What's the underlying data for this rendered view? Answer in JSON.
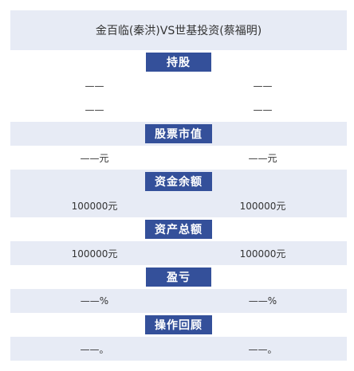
{
  "title": "金百临(秦洪)VS世基投资(蔡福明)",
  "holdings": {
    "label": "持股",
    "row1": {
      "left": "——",
      "right": "——"
    },
    "row2": {
      "left": "——",
      "right": "——"
    }
  },
  "market_value": {
    "label": "股票市值",
    "row": {
      "left": "——元",
      "right": "——元"
    }
  },
  "cash_balance": {
    "label": "资金余额",
    "row": {
      "left": "100000元",
      "right": "100000元"
    }
  },
  "total_assets": {
    "label": "资产总额",
    "row": {
      "left": "100000元",
      "right": "100000元"
    }
  },
  "profit_loss": {
    "label": "盈亏",
    "row": {
      "left": "——%",
      "right": "——%"
    }
  },
  "operation_review": {
    "label": "操作回顾",
    "row": {
      "left": "——。",
      "right": "——。"
    }
  },
  "colors": {
    "header_bg": "#34509a",
    "band_bg": "#e7ebf5",
    "text": "#333333"
  }
}
